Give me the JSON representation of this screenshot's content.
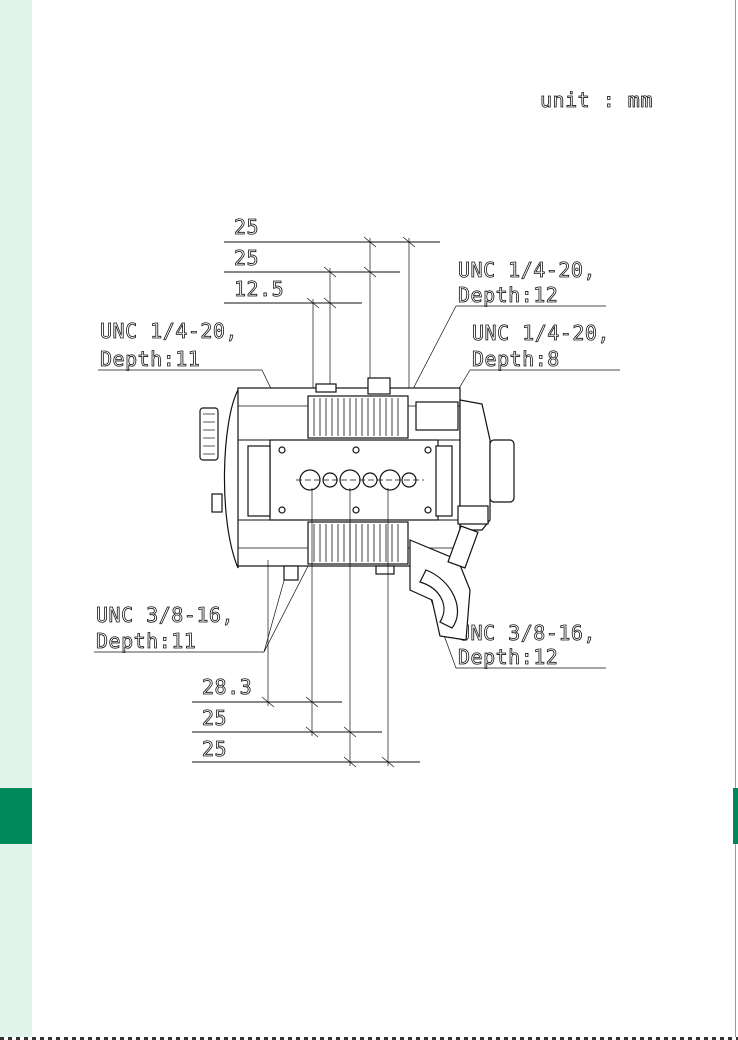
{
  "unit_label": "unit : mm",
  "dimensions": {
    "top_1": "25",
    "top_2": "25",
    "top_3": "12.5",
    "bottom_1": "28.3",
    "bottom_2": "25",
    "bottom_3": "25"
  },
  "callouts": {
    "left_upper": {
      "line1": "UNC 1/4-20,",
      "line2": "Depth:11"
    },
    "right_upper_a": {
      "line1": "UNC 1/4-20,",
      "line2": "Depth:12"
    },
    "right_upper_b": {
      "line1": "UNC 1/4-20,",
      "line2": "Depth:8"
    },
    "left_lower": {
      "line1": "UNC 3/8-16,",
      "line2": "Depth:11"
    },
    "right_lower": {
      "line1": "UNC 3/8-16,",
      "line2": "Depth:12"
    }
  },
  "colors": {
    "accent": "#00875a",
    "sidebar": "#e2f3ec"
  }
}
